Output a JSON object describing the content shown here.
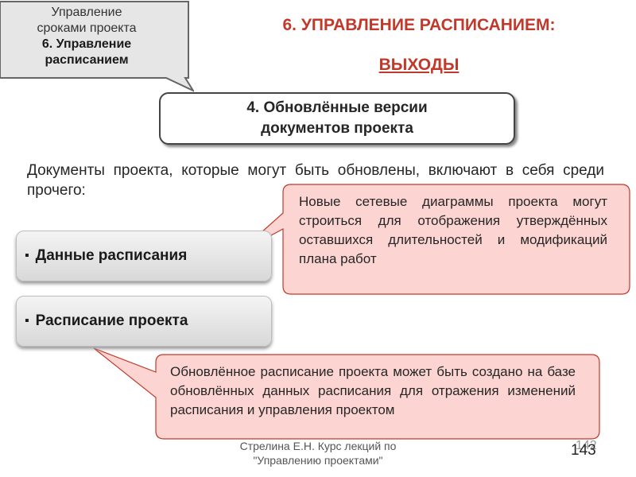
{
  "section_callout": {
    "line1": "Управление",
    "line2": "сроками проекта",
    "line3": "6. Управление",
    "line4": "расписанием"
  },
  "title": "6. УПРАВЛЕНИЕ РАСПИСАНИЕМ:",
  "subtitle": "ВЫХОДЫ",
  "output_box": {
    "line1": "4. Обновлённые версии",
    "line2": "документов проекта"
  },
  "intro": "Документы проекта, которые могут быть обновлены, включают в себя среди прочего:",
  "items": [
    {
      "bullet": "▪",
      "label": "Данные расписания",
      "note": "Новые сетевые диаграммы проекта могут строиться для отображения утверждённых оставшихся длительностей и модификаций плана работ"
    },
    {
      "bullet": "▪",
      "label": "Расписание проекта",
      "note": "Обновлённое расписание проекта может быть создано на базе обновлённых данных расписания для отражения изменений расписания и управления проектом"
    }
  ],
  "footer": {
    "line1": "Стрелина Е.Н. Курс лекций по",
    "line2": "\"Управлению проектами\""
  },
  "page_number_ghost": "142",
  "page_number": "143",
  "colors": {
    "title": "#c0392b",
    "callout_fill": "#fcd5d2",
    "callout_border": "#c0392b",
    "section_callout_fill": "#e6e6e6"
  }
}
